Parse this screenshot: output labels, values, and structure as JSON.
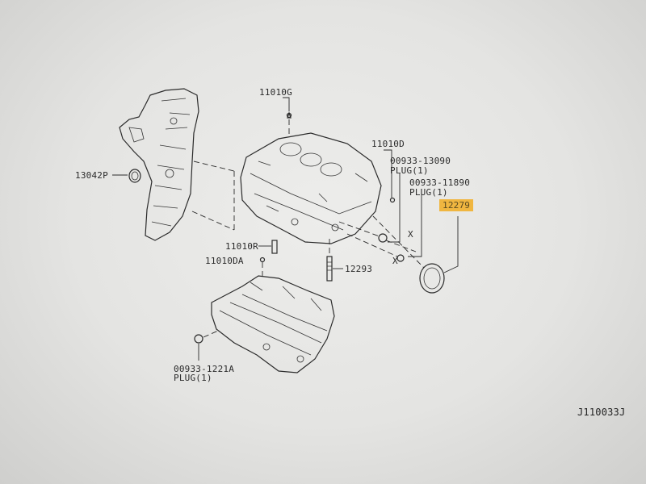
{
  "diagram": {
    "reference_code": "J110033J",
    "highlight_color": "#f0b640",
    "labels": {
      "p11010G": "11010G",
      "p13042P": "13042P",
      "p11010D": "11010D",
      "p00933_13090": "00933-13090",
      "p00933_13090_plug": "PLUG(1)",
      "p00933_11890": "00933-11890",
      "p00933_11890_plug": "PLUG(1)",
      "p12279": "12279",
      "p11010R": "11010R",
      "p11010DA": "11010DA",
      "p12293": "12293",
      "p00933_1221A": "00933-1221A",
      "p00933_1221A_plug": "PLUG(1)",
      "x1": "X",
      "x2": "X"
    }
  }
}
